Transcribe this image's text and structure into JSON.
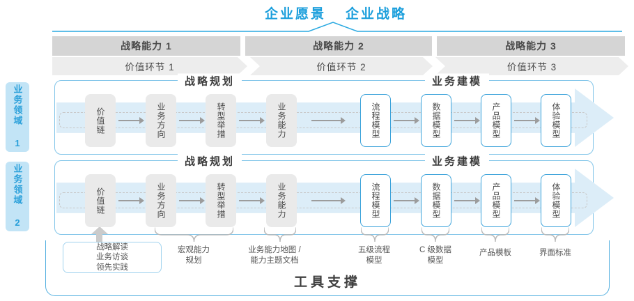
{
  "title": {
    "vision": "企业愿景",
    "strategy": "企业战略"
  },
  "strategic_capabilities": [
    "战略能力 1",
    "战略能力 2",
    "战略能力 3"
  ],
  "value_links": [
    "价值环节 1",
    "价值环节 2",
    "价值环节 3"
  ],
  "business_domains": [
    "业务领域 1",
    "业务领域 2"
  ],
  "sections": {
    "planning": "战略规划",
    "modeling": "业务建模"
  },
  "flow_boxes": {
    "value_chain": "价值链",
    "business_direction": "业务方向",
    "transformation_moves": "转型举措",
    "business_capability": "业务能力",
    "process_model": "流程模型",
    "data_model": "数据模型",
    "product_model": "产品模型",
    "experience_model": "体验模型"
  },
  "annotations": {
    "inputs": [
      "战略解读",
      "业务访谈",
      "领先实践"
    ],
    "macro_capability": [
      "宏观能力",
      "规划"
    ],
    "capability_map": [
      "业务能力地图 /",
      "能力主题文档"
    ],
    "process_levels": [
      "五级流程",
      "模型"
    ],
    "data_levels": [
      "C 级数据",
      "模型"
    ],
    "product_template": "产品模板",
    "ui_standard": "界面标准"
  },
  "footer": {
    "tool_support": "工具支撑"
  },
  "colors": {
    "accent_blue": "#1c9fdc",
    "line_blue": "#29a9e1",
    "container_border_blue": "#82c5e9",
    "band_blue": "#dcedf8",
    "bar_gray": "#d5d5d5",
    "chevron_gray": "#ededed",
    "box_gray": "#eaeaea",
    "box_border_blue": "#3aa2da",
    "domain_tab_bg": "#c2e4f6",
    "text_dark": "#4a4a4a"
  }
}
